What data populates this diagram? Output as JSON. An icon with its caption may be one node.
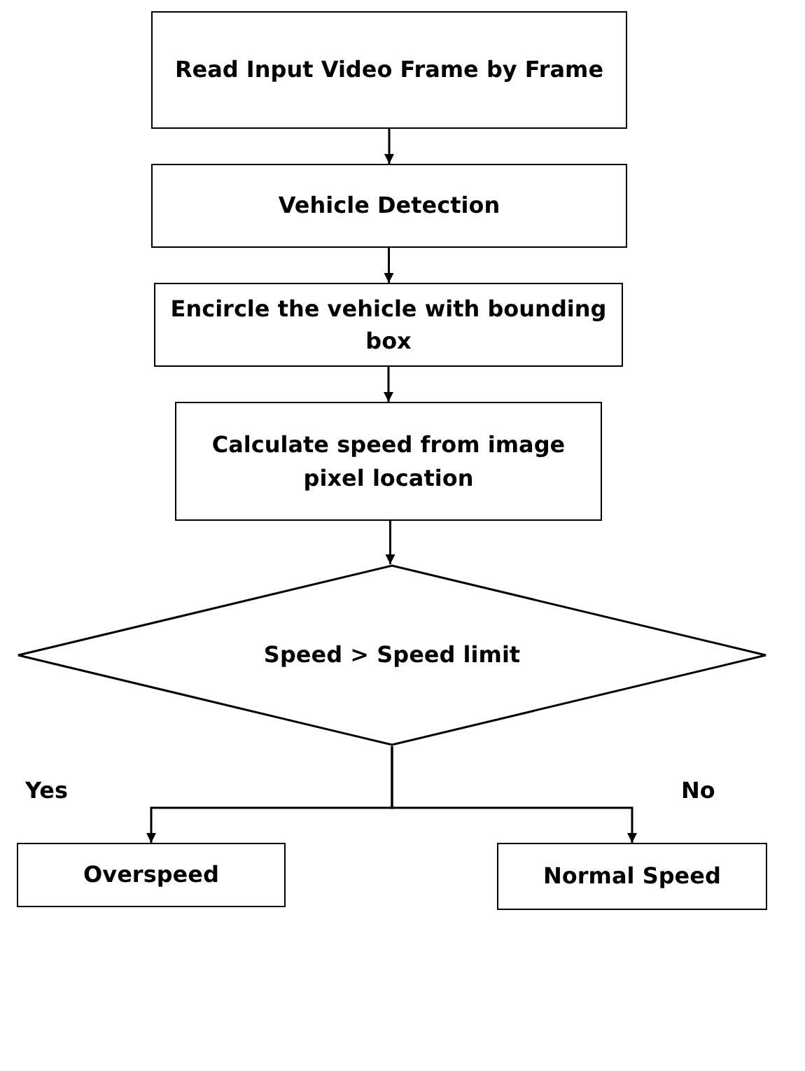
{
  "diagram": {
    "nodes": [
      {
        "text": [
          "Read Input Video Frame by Frame"
        ]
      },
      {
        "text": [
          "Vehicle Detection"
        ]
      },
      {
        "text": [
          "Encircle the vehicle with bounding box"
        ]
      },
      {
        "text": [
          "Calculate speed from image pixel location"
        ]
      },
      {
        "text": [
          "Speed > Speed limit"
        ]
      },
      {
        "text": [
          "Overspeed"
        ]
      },
      {
        "text": [
          "Normal Speed"
        ]
      }
    ],
    "edges": [
      {
        "from": 0,
        "to": 1,
        "arrow": "to"
      },
      {
        "from": 1,
        "to": 2,
        "arrow": "to"
      },
      {
        "from": 2,
        "to": 3,
        "arrow": "to"
      },
      {
        "from": 3,
        "to": 4,
        "arrow": "to"
      },
      {
        "from": 4,
        "to": 5,
        "arrow": "to",
        "label": "Yes"
      },
      {
        "from": 4,
        "to": 6,
        "arrow": "to",
        "label": "No"
      }
    ]
  }
}
